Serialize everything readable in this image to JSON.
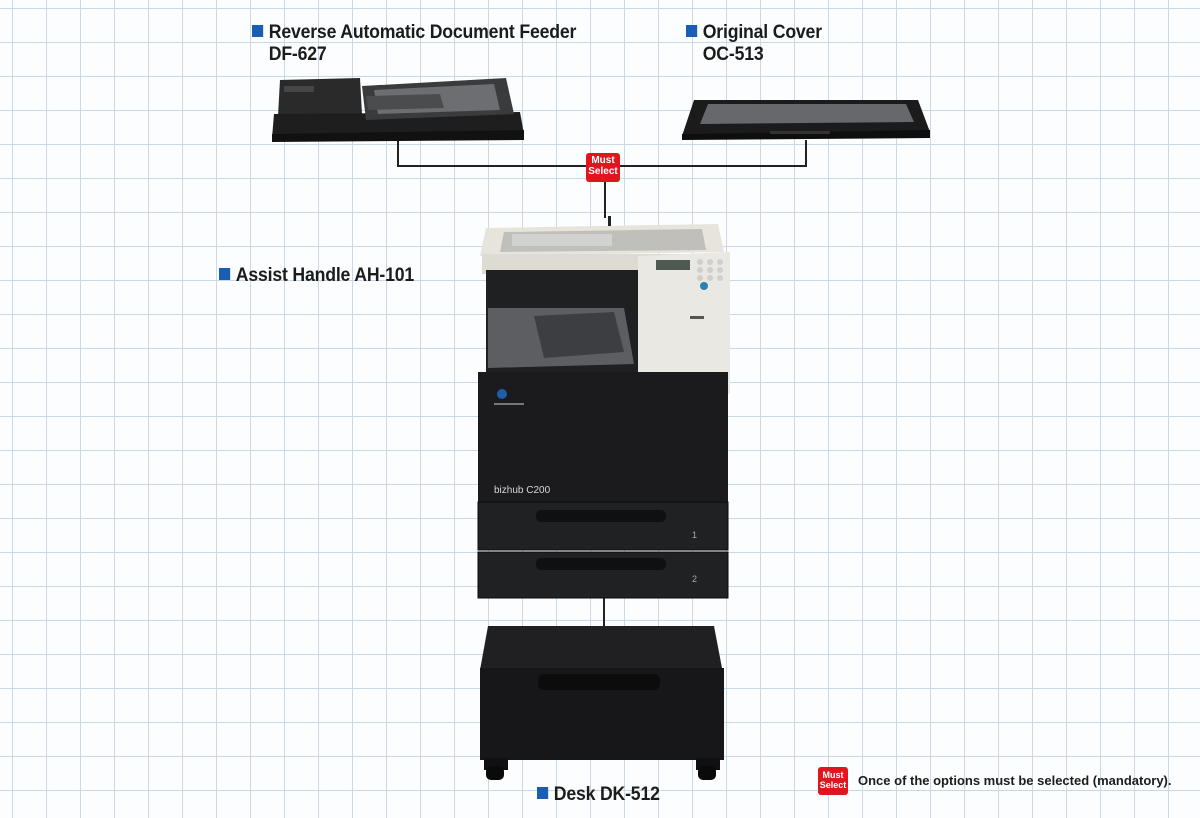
{
  "options": {
    "adf": {
      "name": "Reverse Automatic Document Feeder",
      "model": "DF-627"
    },
    "cover": {
      "name": "Original Cover",
      "model": "OC-513"
    },
    "handle": {
      "label": "Assist Handle AH-101"
    },
    "desk": {
      "label": "Desk DK-512"
    }
  },
  "badge": {
    "line1": "Must",
    "line2": "Select"
  },
  "machine": {
    "brand": "bizhub C200",
    "tray1": "1",
    "tray2": "2"
  },
  "legend": {
    "badge_line1": "Must",
    "badge_line2": "Select",
    "text": "Once of the options must be selected (mandatory)."
  },
  "colors": {
    "accent_square": "#1a5eb3",
    "badge_red": "#e0161f",
    "grid_line": "#c9d8e4"
  }
}
